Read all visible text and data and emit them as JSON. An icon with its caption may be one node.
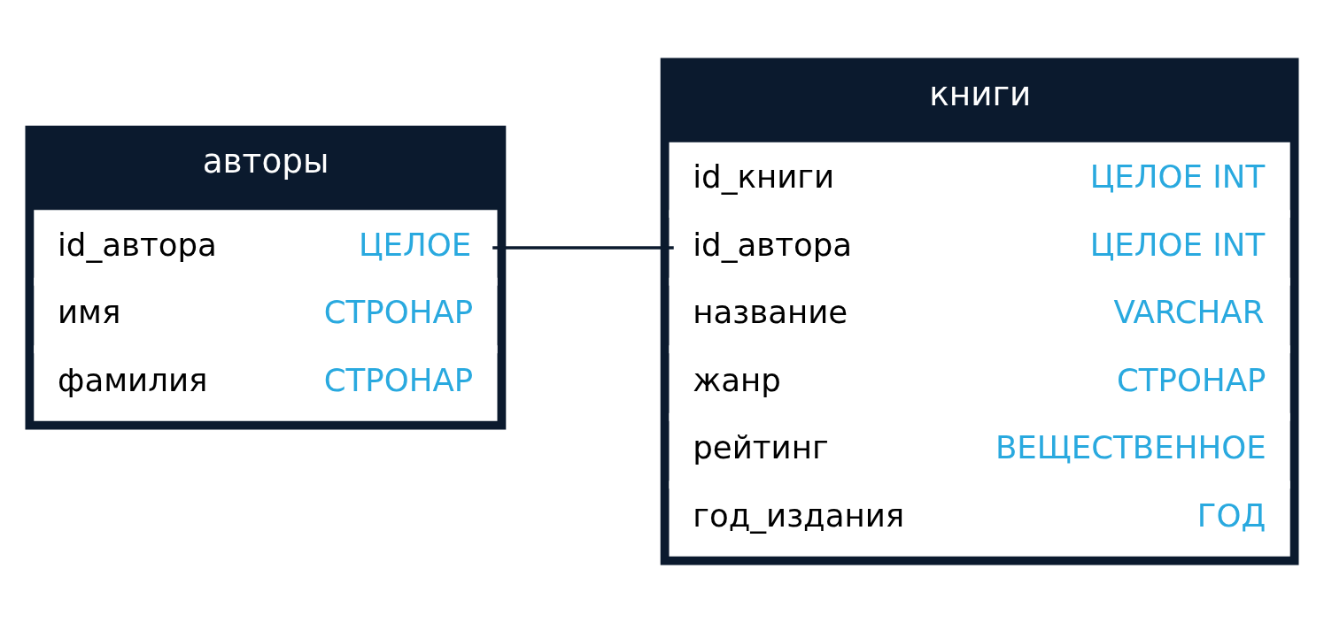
{
  "diagram": {
    "nodes": [
      {
        "text": [
          "авторы"
        ]
      },
      {
        "text": [
          "id_автора",
          "ЦЕЛОЕ"
        ],
        "in": 0
      },
      {
        "text": [
          "имя",
          "СТРОНАР"
        ],
        "in": 0
      },
      {
        "text": [
          "фамилия",
          "СТРОНАР"
        ],
        "in": 0
      },
      {
        "text": [
          "книги"
        ]
      },
      {
        "text": [
          "id_книги",
          "ЦЕЛОЕ INT"
        ],
        "in": 4
      },
      {
        "text": [
          "id_автора",
          "ЦЕЛОЕ INT"
        ],
        "in": 4
      },
      {
        "text": [
          "название",
          "VARCHAR"
        ],
        "in": 4
      },
      {
        "text": [
          "жанр",
          "СТРОНАР"
        ],
        "in": 4
      },
      {
        "text": [
          "рейтинг",
          "ВЕЩЕСТВЕННОЕ"
        ],
        "in": 4
      },
      {
        "text": [
          "год_издания",
          "ГОД"
        ],
        "in": 4
      }
    ],
    "edges": [
      {
        "from": 1,
        "to": 6,
        "arrow": "none"
      }
    ]
  }
}
